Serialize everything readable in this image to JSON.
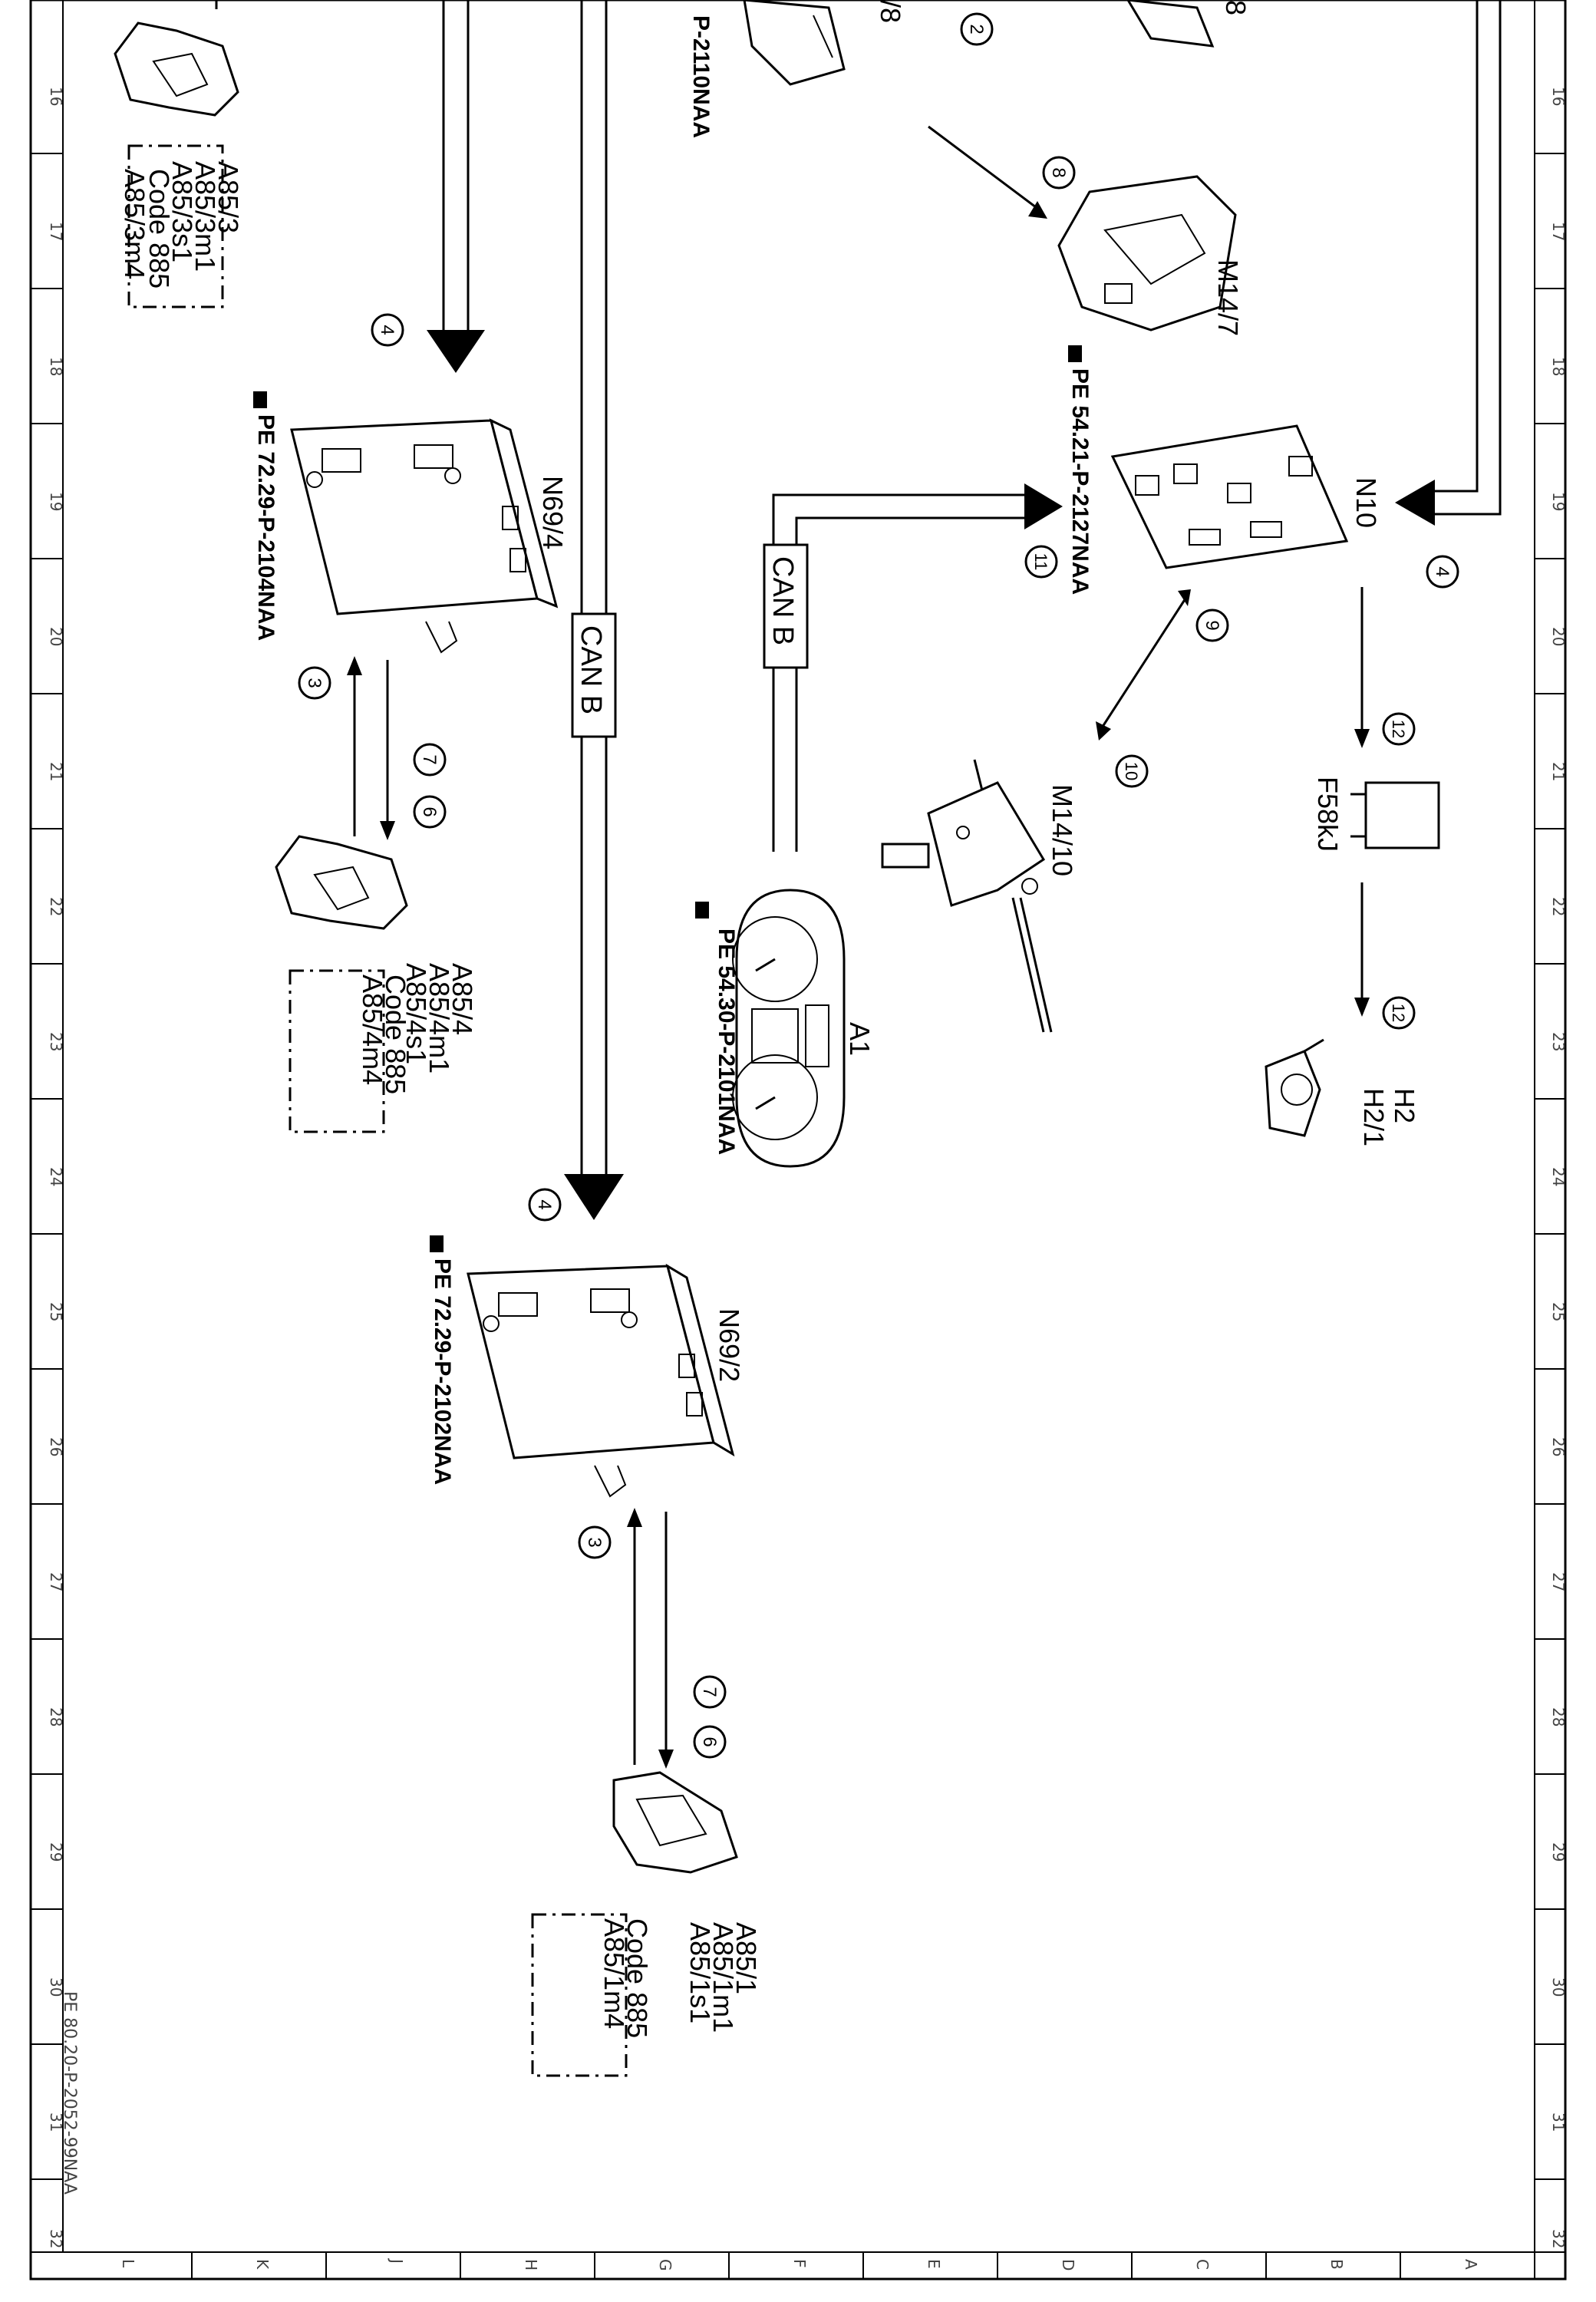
{
  "drawing_ref": "PE 80.20-P-2052-99NAA",
  "grid": {
    "row_numbers": [
      "16",
      "17",
      "18",
      "19",
      "20",
      "21",
      "22",
      "23",
      "24",
      "25",
      "26",
      "27",
      "28",
      "29",
      "30",
      "31",
      "32"
    ],
    "column_letters": [
      "L",
      "K",
      "J",
      "H",
      "G",
      "F",
      "E",
      "D",
      "C",
      "B",
      "A"
    ]
  },
  "bus": {
    "label_1": "CAN B",
    "label_2": "CAN B"
  },
  "components": {
    "n69_4": {
      "name": "N69/4",
      "ref": "PE 72.29-P-2104NAA"
    },
    "n69_2": {
      "name": "N69/2",
      "ref": "PE 72.29-P-2102NAA"
    },
    "n10": {
      "name": "N10",
      "ref": "PE 54.21-P-2127NAA"
    },
    "a1": {
      "name": "A1",
      "ref": "PE 54.30-P-2101NAA"
    },
    "m14_7": {
      "name": "M14/7"
    },
    "m14_10": {
      "name": "M14/10"
    },
    "f58kj": {
      "name": "F58kJ"
    },
    "h2": {
      "line1": "H2",
      "line2": "H2/1"
    },
    "top_ref": {
      "text": "P-2110NAA"
    },
    "top_partial_1": {
      "text": "/8"
    },
    "top_partial_2": {
      "text": "8"
    },
    "a85_3": {
      "line1": "A85/3",
      "line2": "A85/3m1",
      "line3": "A85/3s1",
      "code": "Code 885",
      "m4": "A85/3m4"
    },
    "a85_4": {
      "line1": "A85/4",
      "line2": "A85/4m1",
      "line3": "A85/4s1",
      "code": "Code 885",
      "m4": "A85/4m4"
    },
    "a85_1": {
      "line1": "A85/1",
      "line2": "A85/1m1",
      "line3": "A85/1s1",
      "code": "Code 885",
      "m4": "A85/1m4"
    }
  },
  "callouts": {
    "c2": "2",
    "c3a": "3",
    "c3b": "3",
    "c4a": "4",
    "c4b": "4",
    "c4c": "4",
    "c6a": "6",
    "c6b": "6",
    "c7a": "7",
    "c7b": "7",
    "c8": "8",
    "c9": "9",
    "c10": "10",
    "c11": "11",
    "c12a": "12",
    "c12b": "12"
  }
}
